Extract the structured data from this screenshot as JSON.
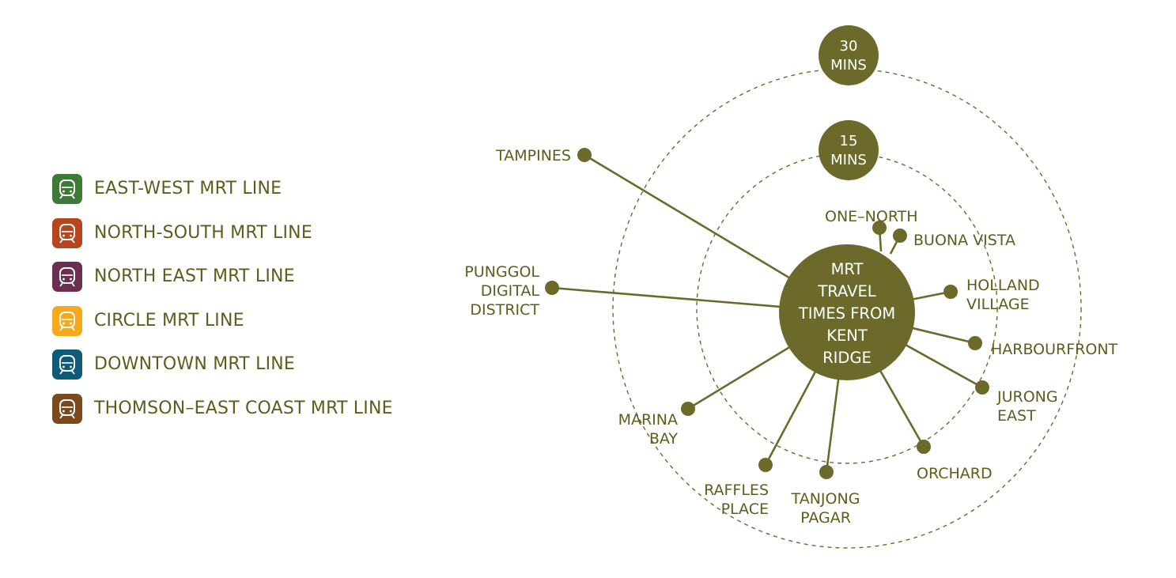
{
  "colors": {
    "accent": "#6b6a2b",
    "text": "#5f5d1c",
    "background": "#ffffff"
  },
  "legend": [
    {
      "label": "EAST-WEST MRT LINE",
      "color": "#3d7a3a",
      "icon": "train-icon"
    },
    {
      "label": "NORTH-SOUTH MRT LINE",
      "color": "#b5461e",
      "icon": "train-icon"
    },
    {
      "label": "NORTH EAST MRT LINE",
      "color": "#6b2f52",
      "icon": "train-icon"
    },
    {
      "label": "CIRCLE MRT LINE",
      "color": "#f5aa1c",
      "icon": "train-icon"
    },
    {
      "label": "DOWNTOWN MRT LINE",
      "color": "#0e5a78",
      "icon": "train-icon"
    },
    {
      "label": "THOMSON–EAST COAST MRT LINE",
      "color": "#7a4a1e",
      "icon": "train-icon"
    }
  ],
  "hub": {
    "lines": [
      "MRT",
      "TRAVEL",
      "TIMES FROM",
      "KENT",
      "RIDGE"
    ]
  },
  "rings": [
    {
      "lines": [
        "15",
        "MINS"
      ],
      "minutes": 15
    },
    {
      "lines": [
        "30",
        "MINS"
      ],
      "minutes": 30
    }
  ],
  "stations": [
    {
      "id": "tampines",
      "lines": [
        "TAMPINES"
      ]
    },
    {
      "id": "punggol",
      "lines": [
        "PUNGGOL",
        "DIGITAL",
        "DISTRICT"
      ]
    },
    {
      "id": "one-north",
      "lines": [
        "ONE–NORTH"
      ]
    },
    {
      "id": "buona-vista",
      "lines": [
        "BUONA VISTA"
      ]
    },
    {
      "id": "holland-village",
      "lines": [
        "HOLLAND",
        "VILLAGE"
      ]
    },
    {
      "id": "harbourfront",
      "lines": [
        "HARBOURFRONT"
      ]
    },
    {
      "id": "jurong-east",
      "lines": [
        "JURONG",
        "EAST"
      ]
    },
    {
      "id": "orchard",
      "lines": [
        "ORCHARD"
      ]
    },
    {
      "id": "tanjong-pagar",
      "lines": [
        "TANJONG",
        "PAGAR"
      ]
    },
    {
      "id": "raffles-place",
      "lines": [
        "RAFFLES",
        "PLACE"
      ]
    },
    {
      "id": "marina-bay",
      "lines": [
        "MARINA",
        "BAY"
      ]
    }
  ]
}
